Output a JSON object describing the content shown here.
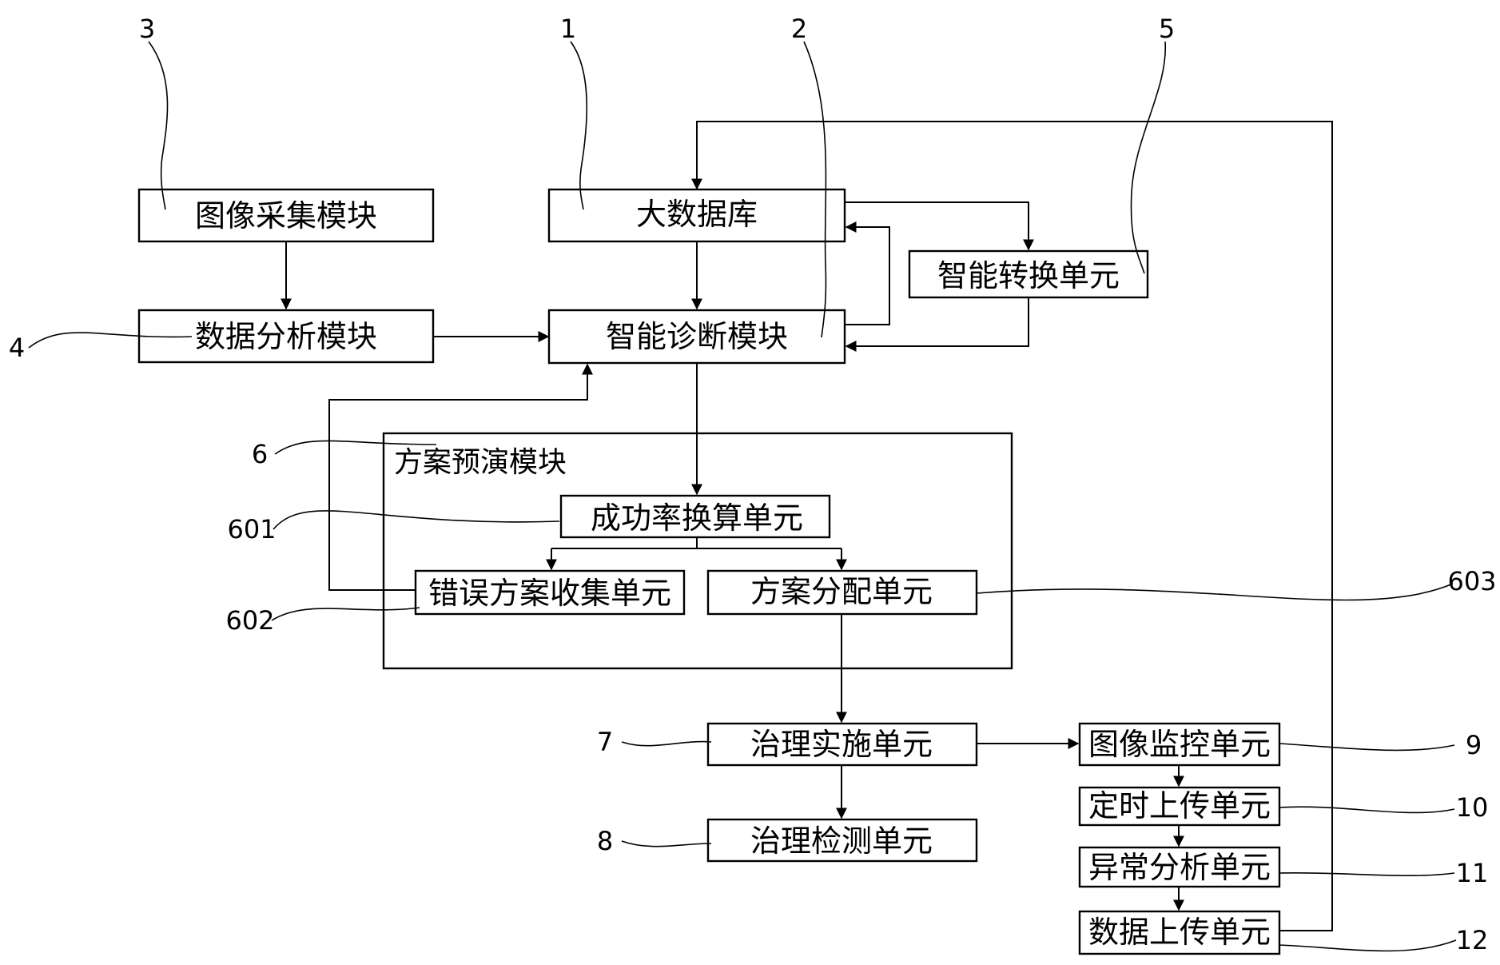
{
  "diagram": {
    "boxes": {
      "big_database": "大数据库",
      "smart_diagnosis_module": "智能诊断模块",
      "image_collection_module": "图像采集模块",
      "data_analysis_module": "数据分析模块",
      "smart_conversion_unit": "智能转换单元",
      "success_rate_unit": "成功率换算单元",
      "error_plan_collection_unit": "错误方案收集单元",
      "plan_allocation_unit": "方案分配单元",
      "governance_implementation_unit": "治理实施单元",
      "governance_detection_unit": "治理检测单元",
      "image_monitoring_unit": "图像监控单元",
      "timed_upload_unit": "定时上传单元",
      "anomaly_analysis_unit": "异常分析单元",
      "data_upload_unit": "数据上传单元"
    },
    "groups": {
      "plan_rehearsal_module": "方案预演模块"
    },
    "callouts": {
      "n1": "1",
      "n2": "2",
      "n3": "3",
      "n4": "4",
      "n5": "5",
      "n6": "6",
      "n601": "601",
      "n602": "602",
      "n603": "603",
      "n7": "7",
      "n8": "8",
      "n9": "9",
      "n10": "10",
      "n11": "11",
      "n12": "12"
    }
  }
}
